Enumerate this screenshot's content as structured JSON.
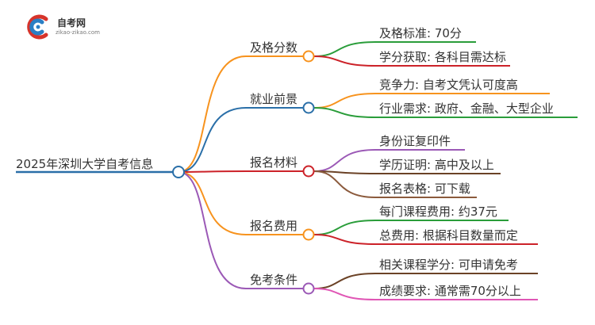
{
  "logo": {
    "title": "自考网",
    "subtitle": "zikao-zikao.com"
  },
  "root": {
    "label": "2025年深圳大学自考信息"
  },
  "branches": [
    {
      "label": "及格分数",
      "color": "#f7931e",
      "leaves": [
        {
          "label": "及格标准: 70分",
          "color": "#2a9d3a"
        },
        {
          "label": "学分获取: 各科目需达标",
          "color": "#cc2229"
        }
      ]
    },
    {
      "label": "就业前景",
      "color": "#2a6fa8",
      "leaves": [
        {
          "label": "竞争力: 自考文凭认可度高",
          "color": "#f7931e"
        },
        {
          "label": "行业需求: 政府、金融、大型企业",
          "color": "#2a9d3a"
        }
      ]
    },
    {
      "label": "报名材料",
      "color": "#cc2229",
      "leaves": [
        {
          "label": "身份证复印件",
          "color": "#9b59b6"
        },
        {
          "label": "学历证明: 高中及以上",
          "color": "#6b4226"
        },
        {
          "label": "报名表格: 可下载",
          "color": "#8b5a3c"
        }
      ]
    },
    {
      "label": "报名费用",
      "color": "#f7931e",
      "leaves": [
        {
          "label": "每门课程费用: 约37元",
          "color": "#2a9d3a"
        },
        {
          "label": "总费用: 根据科目数量而定",
          "color": "#cc2229"
        }
      ]
    },
    {
      "label": "免考条件",
      "color": "#9b59b6",
      "leaves": [
        {
          "label": "相关课程学分: 可申请免考",
          "color": "#6b4226"
        },
        {
          "label": "成绩要求: 通常需70分以上",
          "color": "#e056b5"
        }
      ]
    }
  ]
}
